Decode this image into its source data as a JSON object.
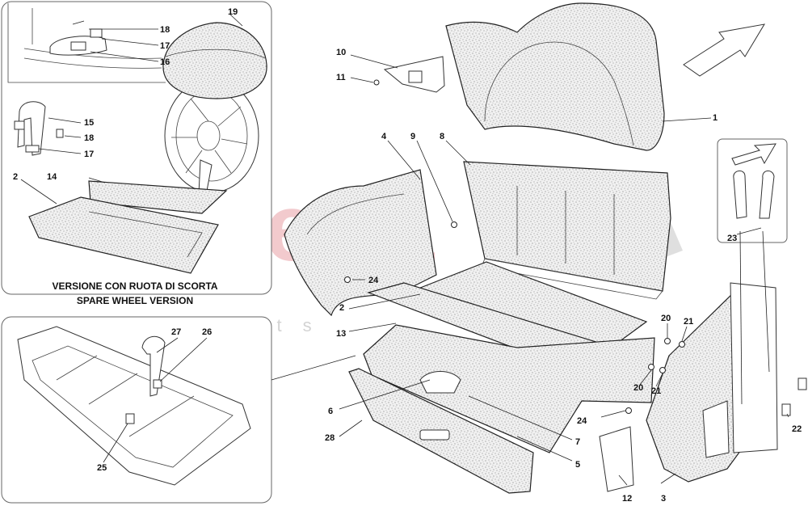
{
  "watermark": {
    "brand": "scuderia",
    "sub": "car parts"
  },
  "captions": {
    "line1": "VERSIONE CON RUOTA DI SCORTA",
    "line2": "SPARE WHEEL VERSION"
  },
  "labels": {
    "l1": "1",
    "l2a": "2",
    "l2b": "2",
    "l3": "3",
    "l4": "4",
    "l5": "5",
    "l6": "6",
    "l7": "7",
    "l8": "8",
    "l9": "9",
    "l10": "10",
    "l11": "11",
    "l12": "12",
    "l13": "13",
    "l14": "14",
    "l15": "15",
    "l16": "16",
    "l17a": "17",
    "l17b": "17",
    "l18a": "18",
    "l18b": "18",
    "l19": "19",
    "l20a": "20",
    "l20b": "20",
    "l21a": "21",
    "l21b": "21",
    "l22": "22",
    "l23": "23",
    "l24a": "24",
    "l24b": "24",
    "l25": "25",
    "l26": "26",
    "l27": "27",
    "l28": "28"
  },
  "colors": {
    "watermark": "#e8a0a6",
    "line": "#222222",
    "speckle_bg": "#f2f2f2"
  }
}
